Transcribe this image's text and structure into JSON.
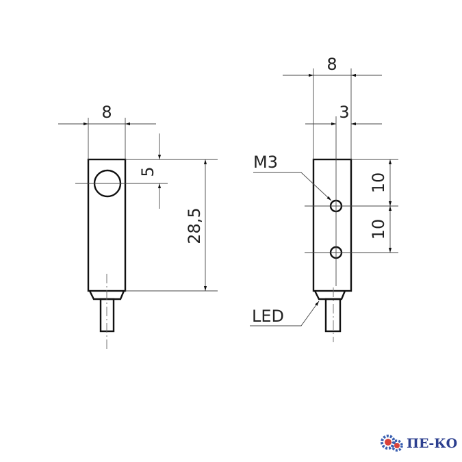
{
  "left_view": {
    "width_label": "8",
    "hole_offset_label": "5",
    "length_label": "28,5"
  },
  "right_view": {
    "width_label": "8",
    "hole_offset_label": "3",
    "spacing_top_label": "10",
    "spacing_bottom_label": "10",
    "thread_label": "M3",
    "led_label": "LED"
  },
  "logo": {
    "text": "ПЕ-КО",
    "gear_colors": [
      "#d9423a",
      "#3a5fb0"
    ]
  }
}
